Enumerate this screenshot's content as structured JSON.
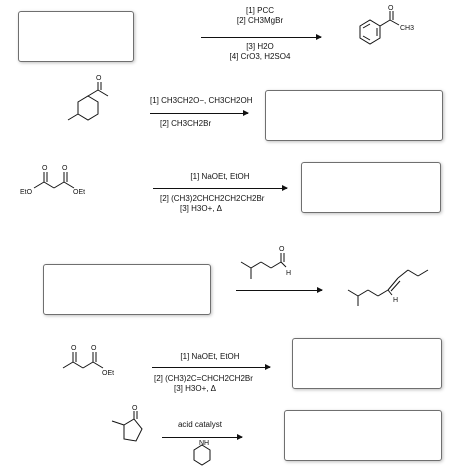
{
  "problem1": {
    "answer_box": "",
    "conditions": [
      "[1] PCC",
      "[2] CH3MgBr",
      "[3] H2O",
      "[4] CrO3, H2SO4"
    ],
    "product_label": "CH3",
    "product_o": "O"
  },
  "problem2": {
    "reactant_o": "O",
    "conditions": [
      "[1] CH3CH2O−, CH3CH2OH",
      "[2] CH3CH2Br"
    ],
    "answer_box": ""
  },
  "problem3": {
    "reactant_labels": [
      "EtO",
      "OEt",
      "O",
      "O"
    ],
    "conditions": [
      "[1]  NaOEt, EtOH",
      "[2]  (CH3)2CHCH2CH2CH2Br",
      "[3]  H3O+, Δ"
    ],
    "answer_box": ""
  },
  "problem4": {
    "answer_box": "",
    "reagent_labels": [
      "O",
      "H"
    ],
    "product_label": "H"
  },
  "problem5": {
    "reactant_labels": [
      "O",
      "O",
      "OEt"
    ],
    "conditions": [
      "[1]  NaOEt, EtOH",
      "[2]  (CH3)2C=CHCH2CH2Br",
      "[3]  H3O+, Δ"
    ],
    "answer_box": ""
  },
  "problem6": {
    "reactant_o": "O",
    "conditions": [
      "acid catalyst"
    ],
    "amine_label": "NH",
    "answer_box": ""
  }
}
